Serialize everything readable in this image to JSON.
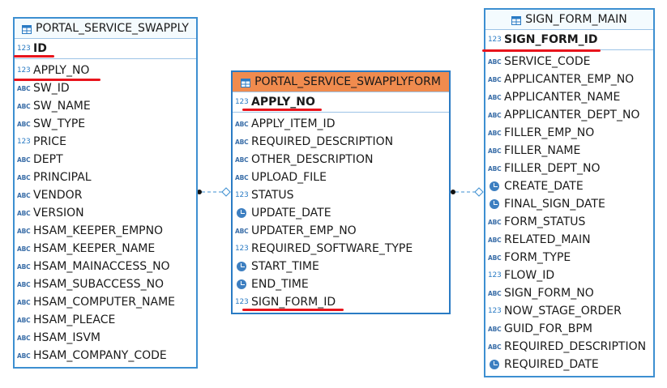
{
  "colors": {
    "accent": "#3d8fd1",
    "selected_header": "#f08b4e",
    "underline": "#e8141c"
  },
  "entities": {
    "swapply": {
      "title": "PORTAL_SERVICE_SWAPPLY",
      "pk": {
        "type": "123",
        "name": "ID"
      },
      "columns": [
        {
          "type": "123",
          "name": "APPLY_NO"
        },
        {
          "type": "ABC",
          "name": "SW_ID"
        },
        {
          "type": "ABC",
          "name": "SW_NAME"
        },
        {
          "type": "ABC",
          "name": "SW_TYPE"
        },
        {
          "type": "123",
          "name": "PRICE"
        },
        {
          "type": "ABC",
          "name": "DEPT"
        },
        {
          "type": "ABC",
          "name": "PRINCIPAL"
        },
        {
          "type": "ABC",
          "name": "VENDOR"
        },
        {
          "type": "ABC",
          "name": "VERSION"
        },
        {
          "type": "ABC",
          "name": "HSAM_KEEPER_EMPNO"
        },
        {
          "type": "ABC",
          "name": "HSAM_KEEPER_NAME"
        },
        {
          "type": "ABC",
          "name": "HSAM_MAINACCESS_NO"
        },
        {
          "type": "ABC",
          "name": "HSAM_SUBACCESS_NO"
        },
        {
          "type": "ABC",
          "name": "HSAM_COMPUTER_NAME"
        },
        {
          "type": "ABC",
          "name": "HSAM_PLEACE"
        },
        {
          "type": "ABC",
          "name": "HSAM_ISVM"
        },
        {
          "type": "ABC",
          "name": "HSAM_COMPANY_CODE"
        }
      ]
    },
    "swapplyform": {
      "title": "PORTAL_SERVICE_SWAPPLYFORM",
      "pk": {
        "type": "123",
        "name": "APPLY_NO"
      },
      "columns": [
        {
          "type": "ABC",
          "name": "APPLY_ITEM_ID"
        },
        {
          "type": "ABC",
          "name": "REQUIRED_DESCRIPTION"
        },
        {
          "type": "ABC",
          "name": "OTHER_DESCRIPTION"
        },
        {
          "type": "ABC",
          "name": "UPLOAD_FILE"
        },
        {
          "type": "123",
          "name": "STATUS"
        },
        {
          "type": "clock",
          "name": "UPDATE_DATE"
        },
        {
          "type": "ABC",
          "name": "UPDATER_EMP_NO"
        },
        {
          "type": "123",
          "name": "REQUIRED_SOFTWARE_TYPE"
        },
        {
          "type": "clock",
          "name": "START_TIME"
        },
        {
          "type": "clock",
          "name": "END_TIME"
        },
        {
          "type": "123",
          "name": "SIGN_FORM_ID"
        }
      ]
    },
    "signform": {
      "title": "SIGN_FORM_MAIN",
      "pk": {
        "type": "123",
        "name": "SIGN_FORM_ID"
      },
      "columns": [
        {
          "type": "ABC",
          "name": "SERVICE_CODE"
        },
        {
          "type": "ABC",
          "name": "APPLICANTER_EMP_NO"
        },
        {
          "type": "ABC",
          "name": "APPLICANTER_NAME"
        },
        {
          "type": "ABC",
          "name": "APPLICANTER_DEPT_NO"
        },
        {
          "type": "ABC",
          "name": "FILLER_EMP_NO"
        },
        {
          "type": "ABC",
          "name": "FILLER_NAME"
        },
        {
          "type": "ABC",
          "name": "FILLER_DEPT_NO"
        },
        {
          "type": "clock",
          "name": "CREATE_DATE"
        },
        {
          "type": "clock",
          "name": "FINAL_SIGN_DATE"
        },
        {
          "type": "ABC",
          "name": "FORM_STATUS"
        },
        {
          "type": "ABC",
          "name": "RELATED_MAIN"
        },
        {
          "type": "ABC",
          "name": "FORM_TYPE"
        },
        {
          "type": "123",
          "name": "FLOW_ID"
        },
        {
          "type": "ABC",
          "name": "SIGN_FORM_NO"
        },
        {
          "type": "123",
          "name": "NOW_STAGE_ORDER"
        },
        {
          "type": "ABC",
          "name": "GUID_FOR_BPM"
        },
        {
          "type": "ABC",
          "name": "REQUIRED_DESCRIPTION"
        },
        {
          "type": "clock",
          "name": "REQUIRED_DATE"
        }
      ]
    }
  }
}
